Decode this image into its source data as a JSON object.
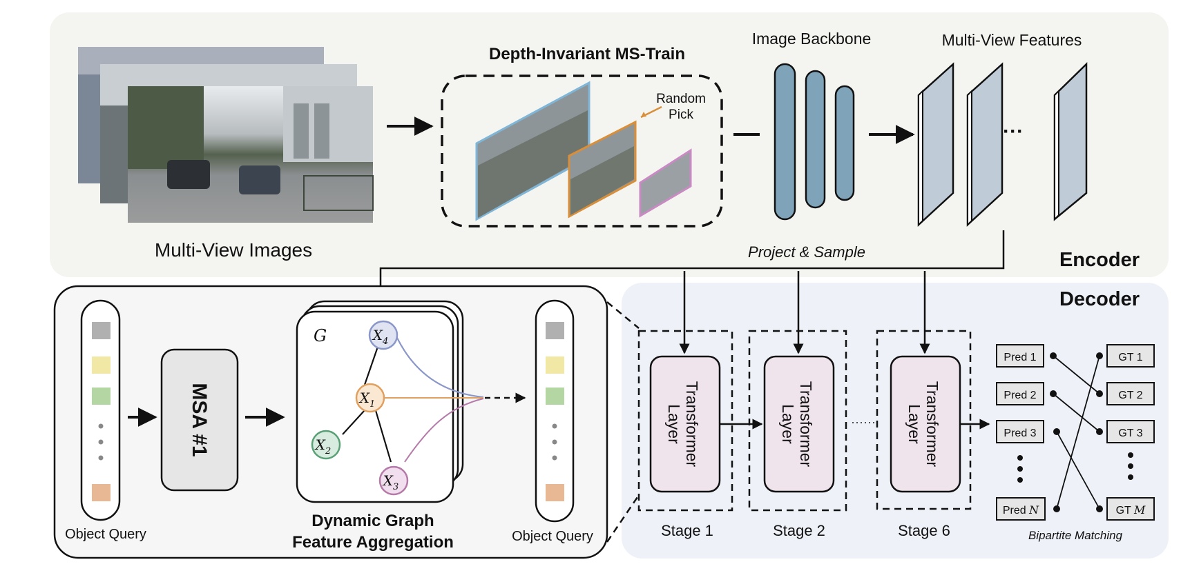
{
  "encoder": {
    "multi_view_images_label": "Multi-View Images",
    "ms_train_title": "Depth-Invariant MS-Train",
    "random_pick_line1": "Random",
    "random_pick_line2": "Pick",
    "image_backbone_label": "Image Backbone",
    "multi_view_features_label": "Multi-View Features",
    "features_ellipsis": "···",
    "project_sample_label": "Project & Sample",
    "section_label": "Encoder"
  },
  "decoder": {
    "section_label": "Decoder",
    "object_query_left": "Object Query",
    "object_query_right": "Object Query",
    "msa_label": "MSA #1",
    "graph_label": "G",
    "dgfa_line1": "Dynamic Graph",
    "dgfa_line2": "Feature Aggregation",
    "nodes": {
      "x1": {
        "base": "X",
        "sub": "1"
      },
      "x2": {
        "base": "X",
        "sub": "2"
      },
      "x3": {
        "base": "X",
        "sub": "3"
      },
      "x4": {
        "base": "X",
        "sub": "4"
      }
    },
    "transformer_line1": "Transformer",
    "transformer_line2": "Layer",
    "stage1": "Stage 1",
    "stage2": "Stage 2",
    "stage6": "Stage 6",
    "stage_ellipsis": "······",
    "preds": [
      "Pred 1",
      "Pred 2",
      "Pred 3"
    ],
    "pred_last_prefix": "Pred ",
    "pred_last_var": "N",
    "gts": [
      "GT 1",
      "GT 2",
      "GT 3"
    ],
    "gt_last_prefix": "GT ",
    "gt_last_var": "M",
    "bipartite_label": "Bipartite Matching"
  },
  "colors": {
    "encoder_bg": "#f4f5f0",
    "decoder_bg": "#eef2f8",
    "backbone": "#7fa3b9",
    "feature": "#bfccd8",
    "transformer": "#efe3ec",
    "msa": "#e6e6e6",
    "query_gray": "#b0b0b0",
    "query_yellow": "#f2e8a6",
    "query_green": "#b4d6a3",
    "query_orange": "#e8b894",
    "box_blue": "#7fb5d6",
    "box_orange": "#d98f3a",
    "box_purple": "#c98ac4",
    "node_x4": "#8a97c8",
    "node_x1": "#e0a060",
    "node_x2": "#5aa077",
    "node_x3": "#b57aa8"
  }
}
